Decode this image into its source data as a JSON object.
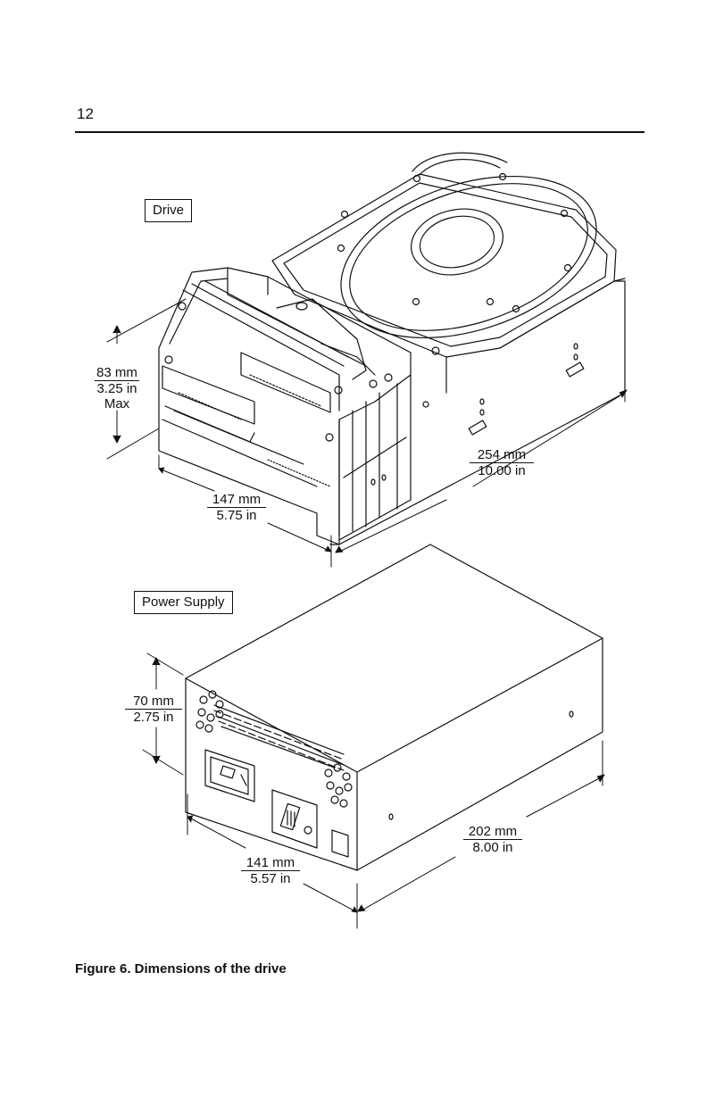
{
  "page": {
    "number": "12"
  },
  "figure": {
    "caption": "Figure 6. Dimensions of the drive",
    "drive": {
      "label": "Drive",
      "height": {
        "metric": "83 mm",
        "imperial": "3.25 in",
        "note": "Max"
      },
      "width": {
        "metric": "147 mm",
        "imperial": "5.75 in"
      },
      "depth": {
        "metric": "254 mm",
        "imperial": "10.00 in"
      }
    },
    "power_supply": {
      "label": "Power Supply",
      "height": {
        "metric": "70 mm",
        "imperial": "2.75 in"
      },
      "width": {
        "metric": "141 mm",
        "imperial": "5.57 in"
      },
      "depth": {
        "metric": "202 mm",
        "imperial": "8.00 in"
      }
    }
  }
}
